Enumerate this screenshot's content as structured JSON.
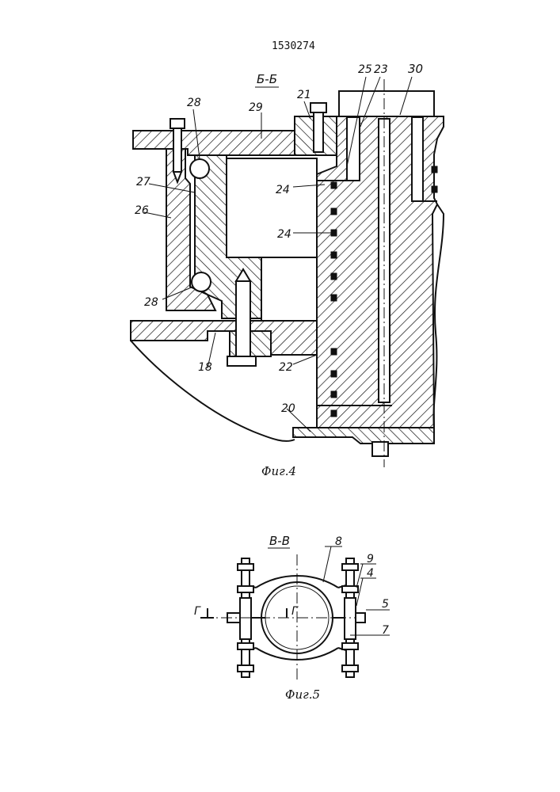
{
  "header": {
    "patent_number": "1530274"
  },
  "fig4": {
    "section_label": "Б-Б",
    "caption": "Фиг.4",
    "labels": {
      "l30": "30",
      "l25": "25",
      "l23": "23",
      "l21": "21",
      "l29": "29",
      "l28a": "28",
      "l27": "27",
      "l26": "26",
      "l24a": "24",
      "l24b": "24",
      "l28b": "28",
      "l18": "18",
      "l22": "22",
      "l20": "20"
    }
  },
  "fig5": {
    "section_label": "В-В",
    "caption": "Фиг.5",
    "labels": {
      "l8": "8",
      "l9": "9",
      "l4": "4",
      "l5": "5",
      "l7": "7",
      "g_left": "Г",
      "g_right": "Г"
    }
  }
}
